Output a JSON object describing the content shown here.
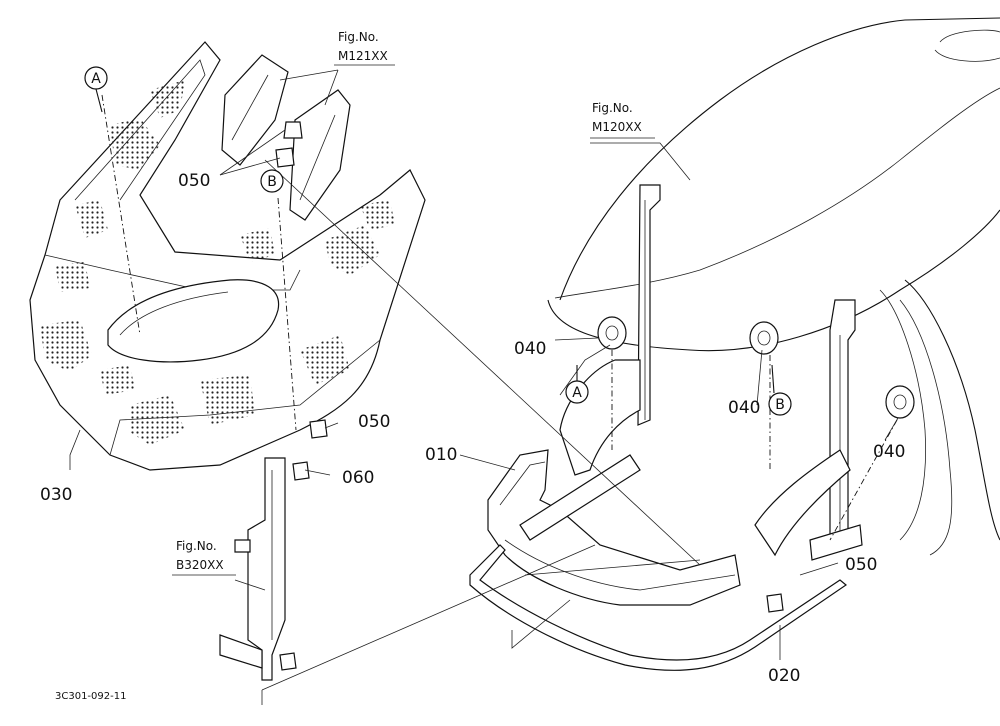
{
  "part_labels": {
    "p010": "010",
    "p020": "020",
    "p030": "030",
    "p040a": "040",
    "p040b": "040",
    "p040c": "040",
    "p050a": "050",
    "p050b": "050",
    "p050c": "050",
    "p060": "060"
  },
  "figure_refs": {
    "m121": {
      "prefix": "Fig.No.",
      "code": "M121XX"
    },
    "m120": {
      "prefix": "Fig.No.",
      "code": "M120XX"
    },
    "b320": {
      "prefix": "Fig.No.",
      "code": "B320XX"
    }
  },
  "markers": {
    "a1": "A",
    "b1": "B",
    "a2": "A",
    "b2": "B"
  },
  "diagram_id": "3C301-092-11"
}
